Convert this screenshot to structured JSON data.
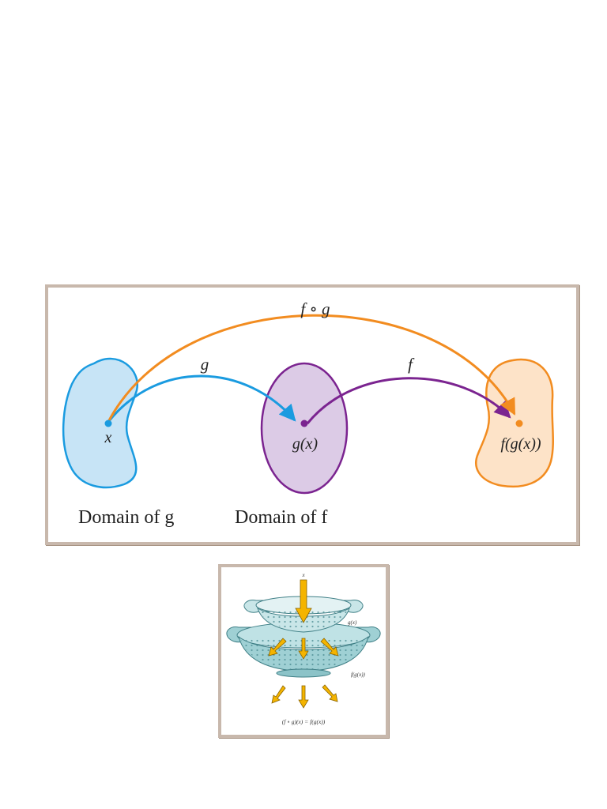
{
  "composition_diagram": {
    "arrow_g_label": "g",
    "arrow_f_label": "f",
    "arrow_fog_label": "f ∘ g",
    "point_x_label": "x",
    "point_gx_label": "g(x)",
    "point_fgx_label": "f(g(x))",
    "domain_g_caption": "Domain of g",
    "domain_f_caption": "Domain of f",
    "colors": {
      "g": "#1a9be0",
      "f": "#7b2490",
      "fog": "#f28c20",
      "domain_g_fill": "#c7e4f6",
      "domain_f_fill": "#dccbe6",
      "range_fill": "#fde3c8"
    }
  },
  "colander_illustration": {
    "input_label": "x",
    "inner_output_label": "g(x)",
    "outer_output_label": "f(g(x))",
    "result_label": "(f ∘ g)(x) = f(g(x))",
    "colors": {
      "colander": "#9fd0d4",
      "arrow": "#f4b400"
    }
  }
}
